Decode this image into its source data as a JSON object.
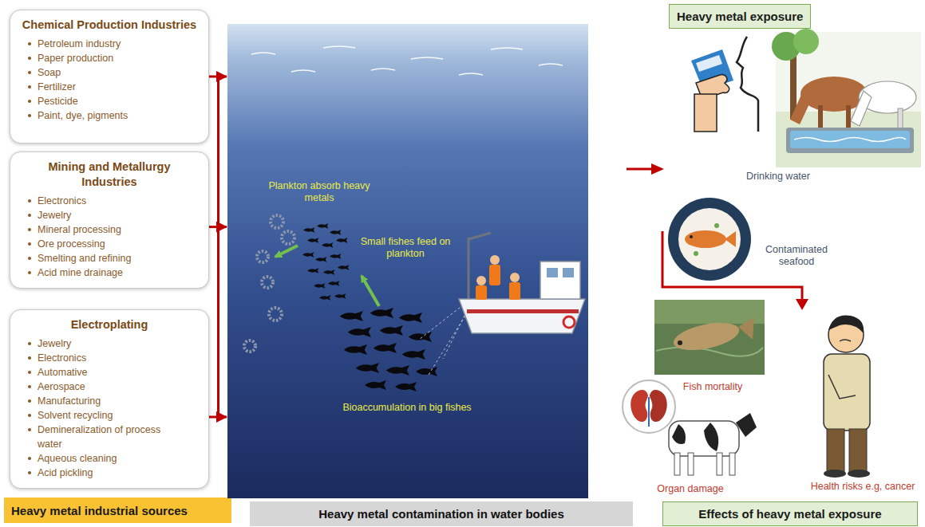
{
  "diagram": {
    "nodes": [
      {
        "text": [
          "Chemical Production Industries",
          "Petroleum industry",
          "Paper production",
          "Soap",
          "Fertilizer",
          "Pesticide",
          "Paint, dye, pigments"
        ]
      },
      {
        "text": [
          "Mining and Metallurgy Industries",
          "Electronics",
          "Jewelry",
          "Mineral processing",
          "Ore processing",
          "Smelting and refining",
          "Acid mine drainage"
        ]
      },
      {
        "text": [
          "Electroplating",
          "Jewelry",
          "Electronics",
          "Automative",
          "Aerospace",
          "Manufacturing",
          "Solvent recycling",
          "Demineralization of process water",
          "Aqueous cleaning",
          "Acid pickling"
        ]
      },
      {
        "text": [
          "Heavy metal industrial sources"
        ]
      },
      {
        "text": [
          "Plankton absorb heavy metals",
          "Small fishes feed on plankton",
          "Bioaccumulation in big fishes"
        ]
      },
      {
        "text": [
          "Heavy metal contamination in water bodies"
        ]
      },
      {
        "text": [
          "Heavy metal exposure"
        ]
      },
      {
        "text": [
          "Effects of heavy metal exposure"
        ]
      }
    ],
    "edges": [
      {
        "from": 0,
        "to": 4,
        "arrow": "to"
      },
      {
        "from": 1,
        "to": 4,
        "arrow": "to"
      },
      {
        "from": 2,
        "to": 4,
        "arrow": "to"
      }
    ],
    "labels": [
      "Drinking water",
      "Contaminated seafood",
      "Fish mortality",
      "Organ damage",
      "Health risks e.g, cancer"
    ]
  }
}
